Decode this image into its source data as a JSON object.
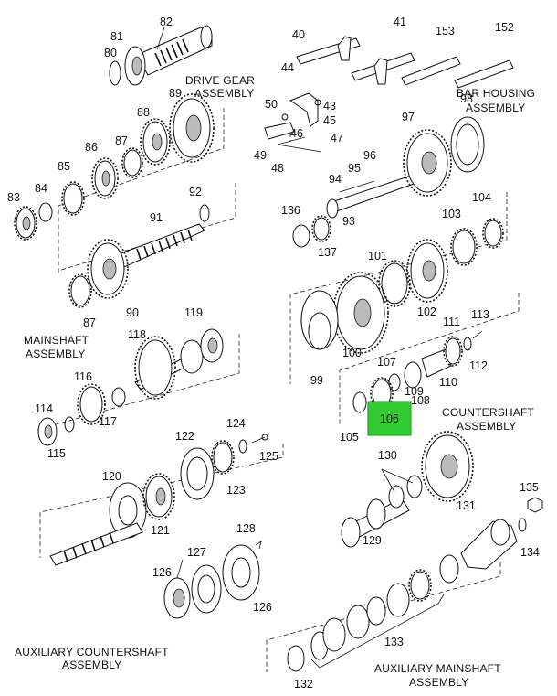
{
  "part_numbers": [
    "80",
    "81",
    "82",
    "83",
    "84",
    "85",
    "86",
    "87",
    "88",
    "89",
    "40",
    "41",
    "153",
    "152",
    "44",
    "50",
    "43",
    "45",
    "46",
    "47",
    "49",
    "48",
    "98",
    "97",
    "96",
    "95",
    "94",
    "92",
    "91",
    "93",
    "136",
    "137",
    "103",
    "104",
    "101",
    "102",
    "90",
    "87",
    "118",
    "119",
    "113",
    "111",
    "112",
    "110",
    "109",
    "108",
    "107",
    "106",
    "105",
    "100",
    "99",
    "116",
    "114",
    "115",
    "117",
    "122",
    "124",
    "125",
    "123",
    "120",
    "121",
    "130",
    "131",
    "135",
    "129",
    "134",
    "128",
    "127",
    "126",
    "126",
    "133",
    "132"
  ],
  "assembly_titles": [
    [
      "DRIVE GEAR",
      "ASSEMBLY"
    ],
    [
      "BAR HOUSING",
      "ASSEMBLY"
    ],
    [
      "MAINSHAFT",
      "ASSEMBLY"
    ],
    [
      "COUNTERSHAFT",
      "ASSEMBLY"
    ],
    [
      "AUXILIARY COUNTERSHAFT",
      "ASSEMBLY"
    ],
    [
      "AUXILIARY MAINSHAFT",
      "ASSEMBLY"
    ]
  ],
  "highlighted_part": "106",
  "colors": {
    "highlight": "#33cc33",
    "ink": "#111111"
  }
}
